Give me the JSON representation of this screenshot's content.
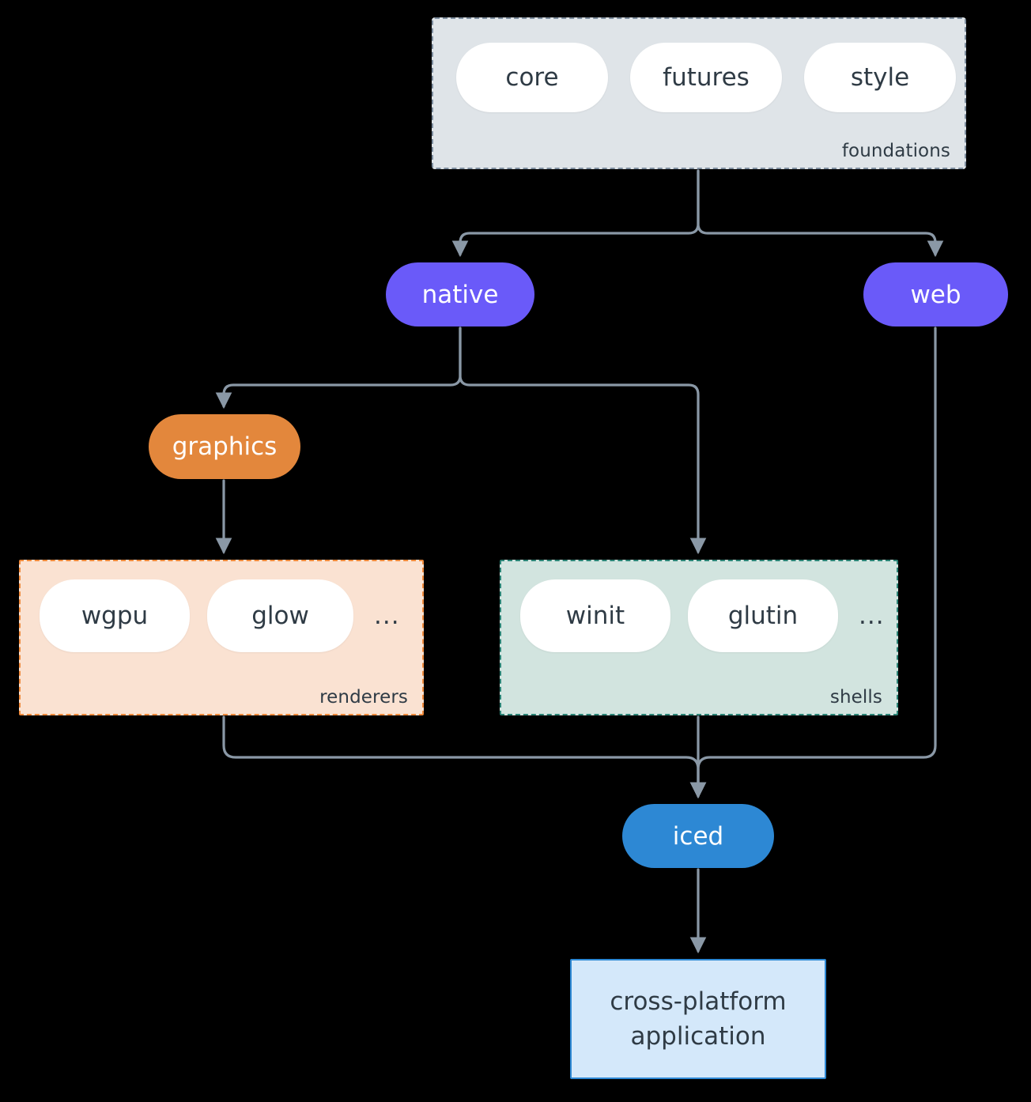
{
  "diagram": {
    "type": "dependency-architecture-graph",
    "background_color": "#000000",
    "edge_color": "#8a98a6",
    "text_dark": "#2f3b45",
    "text_light": "#ffffff"
  },
  "groups": {
    "foundations": {
      "label": "foundations",
      "fill": "#dfe4e8",
      "border": "#7f8fa0",
      "items": [
        {
          "label": "core"
        },
        {
          "label": "futures"
        },
        {
          "label": "style"
        }
      ]
    },
    "renderers": {
      "label": "renderers",
      "fill": "#fae2d2",
      "border": "#ef8a3c",
      "items": [
        {
          "label": "wgpu"
        },
        {
          "label": "glow"
        }
      ],
      "more": "..."
    },
    "shells": {
      "label": "shells",
      "fill": "#d2e4df",
      "border": "#2c8577",
      "items": [
        {
          "label": "winit"
        },
        {
          "label": "glutin"
        }
      ],
      "more": "..."
    }
  },
  "nodes": {
    "native": {
      "label": "native",
      "color": "#6a5af9"
    },
    "web": {
      "label": "web",
      "color": "#6a5af9"
    },
    "graphics": {
      "label": "graphics",
      "color": "#e3873c"
    },
    "iced": {
      "label": "iced",
      "color": "#2d88d4"
    },
    "application": {
      "line1": "cross-platform",
      "line2": "application",
      "fill": "#d4e8fa",
      "border": "#2d88d4"
    }
  },
  "edges": [
    {
      "from": "foundations",
      "to": "native"
    },
    {
      "from": "foundations",
      "to": "web"
    },
    {
      "from": "native",
      "to": "graphics"
    },
    {
      "from": "native",
      "to": "shells"
    },
    {
      "from": "graphics",
      "to": "renderers"
    },
    {
      "from": "renderers",
      "to": "iced"
    },
    {
      "from": "shells",
      "to": "iced"
    },
    {
      "from": "web",
      "to": "iced"
    },
    {
      "from": "iced",
      "to": "application"
    }
  ]
}
